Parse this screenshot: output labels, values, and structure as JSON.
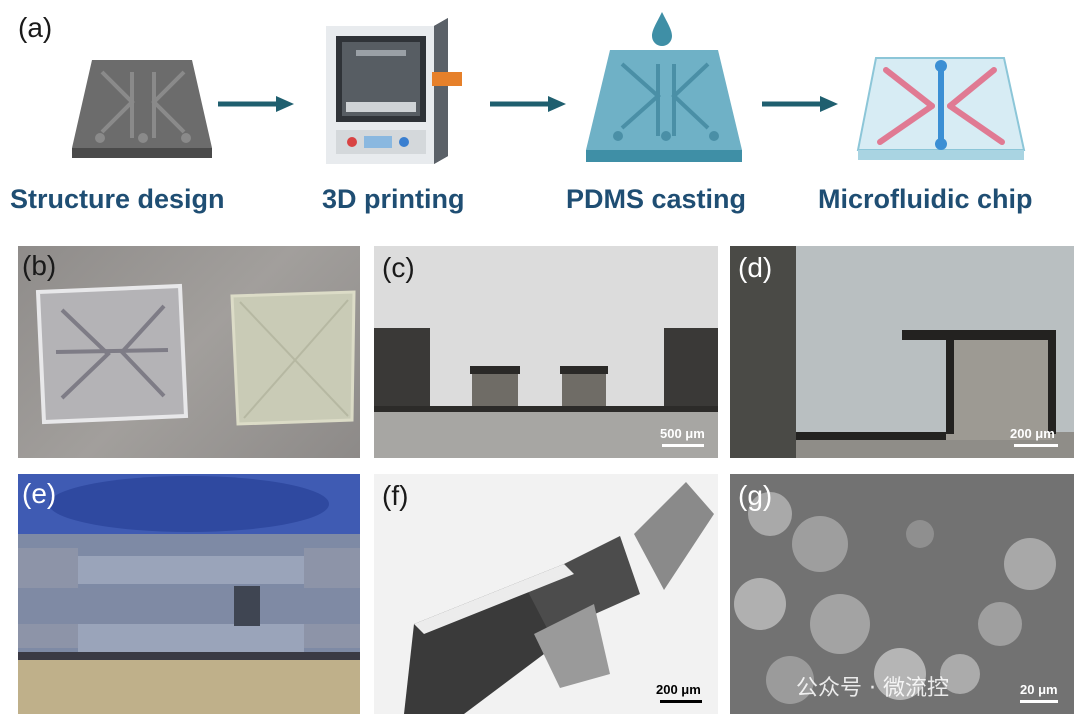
{
  "figure": {
    "panel_a": {
      "letter": "(a)",
      "steps": [
        {
          "label": "Structure design",
          "icon": "gray-chip-mold-icon"
        },
        {
          "label": "3D printing",
          "icon": "3d-printer-icon"
        },
        {
          "label": "PDMS casting",
          "icon": "pdms-cast-icon"
        },
        {
          "label": "Microfluidic chip",
          "icon": "microfluidic-chip-icon"
        }
      ],
      "arrow_color": "#1f5f6f"
    },
    "panel_b": {
      "letter": "(b)"
    },
    "panel_c": {
      "letter": "(c)",
      "scale": "500 μm"
    },
    "panel_d": {
      "letter": "(d)",
      "scale": "200 μm"
    },
    "panel_e": {
      "letter": "(e)"
    },
    "panel_f": {
      "letter": "(f)",
      "scale": "200 μm"
    },
    "panel_g": {
      "letter": "(g)",
      "scale": "20 μm"
    },
    "watermark": "公众号 · 微流控"
  },
  "colors": {
    "title_blue": "#1f4e73",
    "pdms_teal": "#3f8fa6",
    "channel_pink": "#e07a93",
    "channel_blue": "#3b8fd4"
  }
}
